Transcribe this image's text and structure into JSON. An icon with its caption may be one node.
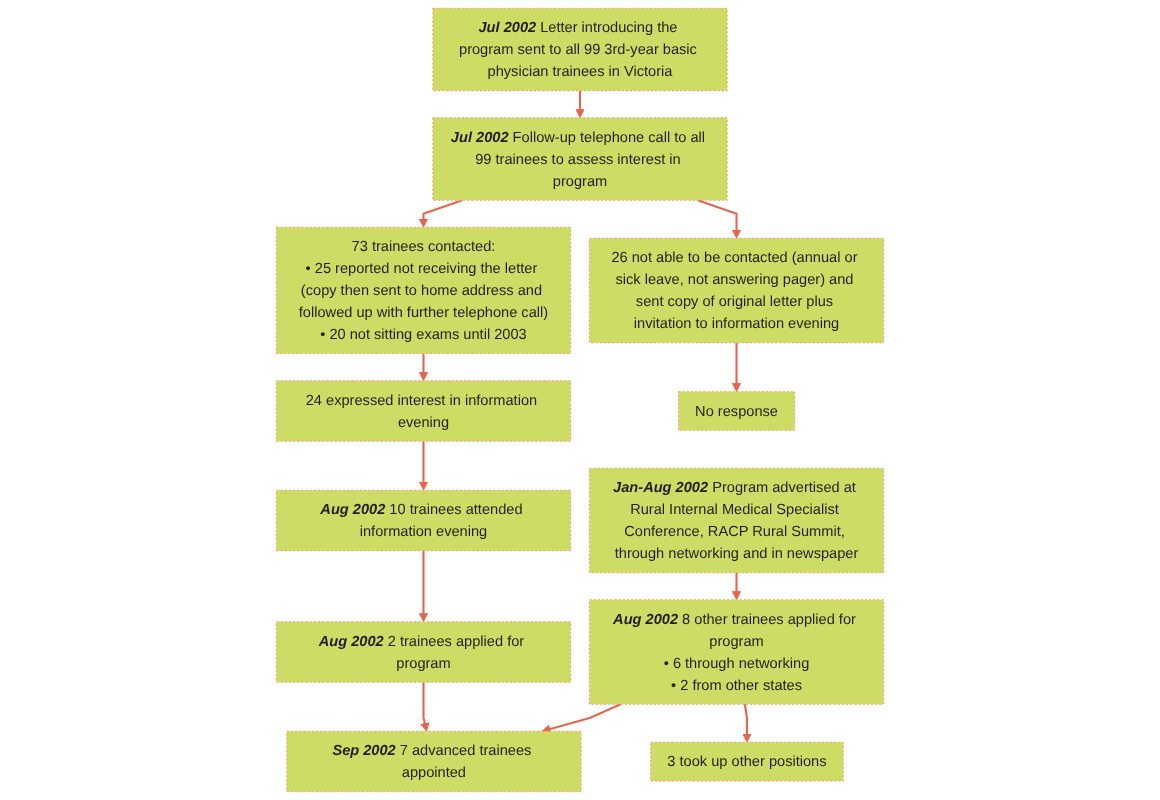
{
  "diagram": {
    "nodes": [
      {
        "text": [
          "**Jul 2002** Letter introducing the program sent to all 99 3rd-year basic physician trainees in Victoria"
        ]
      },
      {
        "text": [
          "**Jan-Aug 2002** Program advertised at Rural Internal Medical Specialist Conference, RACP Rural Summit, through networking and in newspaper"
        ]
      },
      {
        "text": [
          "**Jul 2002** Follow-up telephone call to all 99 trainees to assess interest in program"
        ]
      },
      {
        "text": [
          "73 trainees contacted:",
          "• 25 reported not receiving the letter (copy then sent to home address and followed up with further telephone call)",
          "• 20 not sitting exams until 2003"
        ]
      },
      {
        "text": [
          "26 not able to be contacted (annual or sick leave, not answering pager) and sent copy of original letter plus invitation to information evening"
        ]
      },
      {
        "text": [
          "24 expressed interest in information evening"
        ]
      },
      {
        "text": [
          "No response"
        ]
      },
      {
        "text": [
          "**Aug 2002** 10 trainees attended information evening"
        ]
      },
      {
        "text": [
          "**Aug 2002** 8 other trainees applied for program",
          "• 6 through networking",
          "• 2 from other states"
        ]
      },
      {
        "text": [
          "**Aug 2002** 2 trainees applied for program"
        ]
      },
      {
        "text": [
          "**Sep 2002** 7 advanced trainees appointed"
        ]
      },
      {
        "text": [
          "3 took up other positions"
        ]
      }
    ],
    "edges": [
      {
        "from": 0,
        "to": 2,
        "arrow": "to"
      },
      {
        "from": 2,
        "to": 3,
        "arrow": "to"
      },
      {
        "from": 2,
        "to": 4,
        "arrow": "to"
      },
      {
        "from": 3,
        "to": 5,
        "arrow": "to"
      },
      {
        "from": 4,
        "to": 6,
        "arrow": "to"
      },
      {
        "from": 5,
        "to": 7,
        "arrow": "to"
      },
      {
        "from": 7,
        "to": 9,
        "arrow": "to"
      },
      {
        "from": 1,
        "to": 8,
        "arrow": "to"
      },
      {
        "from": 9,
        "to": 10,
        "arrow": "to"
      },
      {
        "from": 8,
        "to": 10,
        "arrow": "to"
      },
      {
        "from": 8,
        "to": 11,
        "arrow": "to"
      }
    ]
  }
}
